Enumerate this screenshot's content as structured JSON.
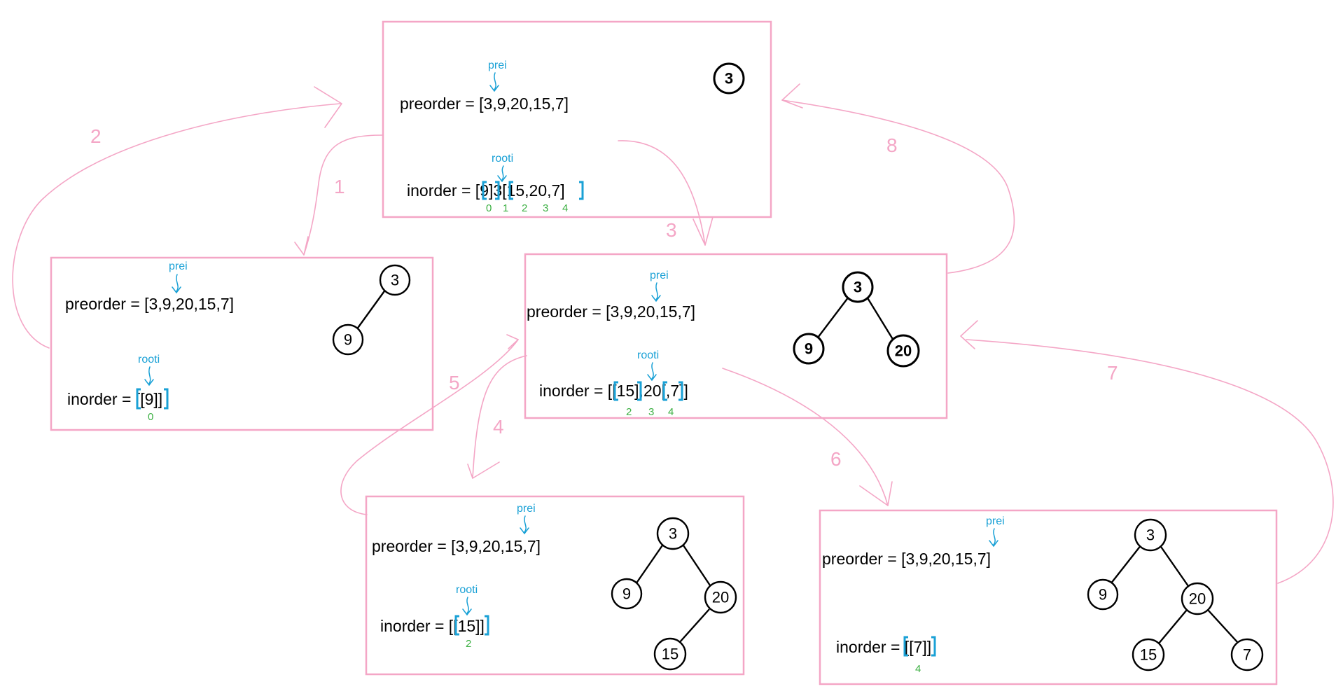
{
  "colors": {
    "box": "#f4a6c6",
    "arrow": "#f4a6c6",
    "step_label": "#f4a6c6",
    "pointer": "#1aa1d6",
    "index": "#3cb043",
    "bracket": "#1aa1d6",
    "text": "#000000",
    "node": "#000000"
  },
  "panels": [
    {
      "id": "main",
      "prei_label": "prei",
      "preorder_text": "preorder = [3,9,20,15,7]",
      "rooti_label": "rooti",
      "inorder_text": "inorder = [9]3[15,20,7]",
      "indices": [
        "0",
        "1",
        "2",
        "3",
        "4"
      ],
      "tree_nodes": [
        "3"
      ]
    },
    {
      "id": "left",
      "prei_label": "prei",
      "preorder_text": "preorder = [3,9,20,15,7]",
      "rooti_label": "rooti",
      "inorder_text": "inorder = [[9]]",
      "indices": [
        "0"
      ],
      "tree_nodes": [
        "3",
        "9"
      ]
    },
    {
      "id": "right",
      "prei_label": "prei",
      "preorder_text": "preorder = [3,9,20,15,7]",
      "rooti_label": "rooti",
      "inorder_text": "inorder = [[15],20[,7]]",
      "indices": [
        "2",
        "3",
        "4"
      ],
      "tree_nodes": [
        "3",
        "9",
        "20"
      ]
    },
    {
      "id": "bottom-left",
      "prei_label": "prei",
      "preorder_text": "preorder = [3,9,20,15,7]",
      "rooti_label": "rooti",
      "inorder_text": "inorder = [[15]]",
      "indices": [
        "2"
      ],
      "tree_nodes": [
        "3",
        "9",
        "20",
        "15"
      ]
    },
    {
      "id": "bottom-right",
      "prei_label": "prei",
      "preorder_text": "preorder = [3,9,20,15,7]",
      "inorder_text": "inorder = [[7]]",
      "indices": [
        "4"
      ],
      "tree_nodes": [
        "3",
        "9",
        "20",
        "15",
        "7"
      ]
    }
  ],
  "steps": [
    "1",
    "2",
    "3",
    "4",
    "5",
    "6",
    "7",
    "8"
  ]
}
